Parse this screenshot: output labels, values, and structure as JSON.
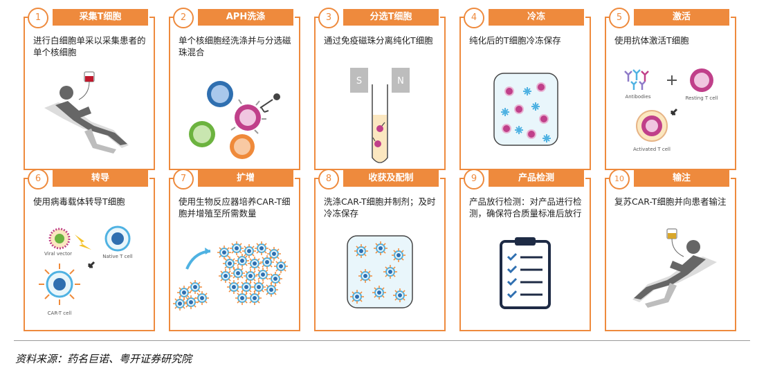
{
  "steps": [
    {
      "num": "1",
      "title": "采集T细胞",
      "desc": "进行白细胞单采以采集患者的单个核细胞"
    },
    {
      "num": "2",
      "title": "APH洗涤",
      "desc": "单个核细胞经洗涤并与分选磁珠混合"
    },
    {
      "num": "3",
      "title": "分选T细胞",
      "desc": "通过免疫磁珠分离纯化T细胞"
    },
    {
      "num": "4",
      "title": "冷冻",
      "desc": "纯化后的T细胞冷冻保存"
    },
    {
      "num": "5",
      "title": "激活",
      "desc": "使用抗体激活T细胞"
    },
    {
      "num": "6",
      "title": "转导",
      "desc": "使用病毒载体转导T细胞"
    },
    {
      "num": "7",
      "title": "扩增",
      "desc": "使用生物反应器培养CAR-T细胞并增殖至所需数量"
    },
    {
      "num": "8",
      "title": "收获及配制",
      "desc": "洗涤CAR-T细胞并制剂；及时冷冻保存"
    },
    {
      "num": "9",
      "title": "产品检测",
      "desc": "产品放行检测：对产品进行检测，确保符合质量标准后放行"
    },
    {
      "num": "10",
      "title": "输注",
      "desc": "复苏CAR-T细胞并向患者输注"
    }
  ],
  "labels": {
    "magnet_s": "S",
    "magnet_n": "N",
    "antibodies": "Antibodies",
    "resting": "Resting T cell",
    "activated": "Activated T cell",
    "viral": "Viral vector",
    "native": "Native T cell",
    "cart": "CAR-T cell"
  },
  "source": "资料来源：药名巨诺、粤开证券研究院",
  "colors": {
    "accent": "#ee8a3d",
    "magenta": "#c0408a",
    "blue": "#2f6fb0",
    "green": "#6cb33f",
    "orange": "#ef8a3a"
  }
}
